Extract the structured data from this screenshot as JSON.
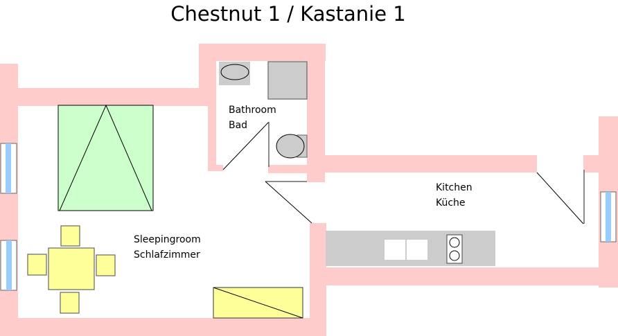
{
  "title": "Chestnut 1 / Kastanie 1",
  "rooms": {
    "bathroom": {
      "en": "Bathroom",
      "de": "Bad"
    },
    "kitchen": {
      "en": "Kitchen",
      "de": "Küche"
    },
    "sleeping": {
      "en": "Sleepingroom",
      "de": "Schlafzimmer"
    }
  },
  "colors": {
    "wall": "#ffcccc",
    "bed": "#ccffcc",
    "table": "#ffff99",
    "fixture": "#cccccc",
    "window": "#99ccff"
  }
}
